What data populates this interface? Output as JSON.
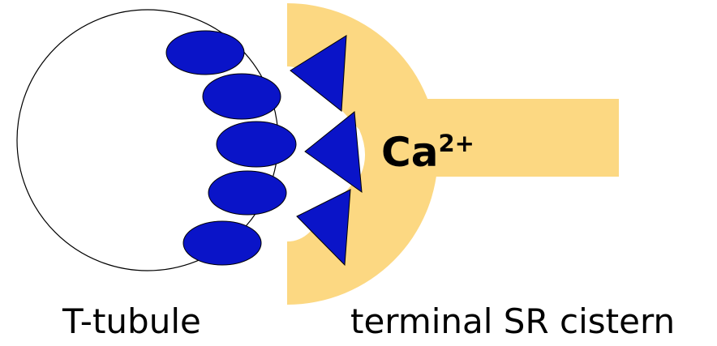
{
  "labels": {
    "ion": "Ca",
    "ion_charge": "2+",
    "left": "T-tubule",
    "right": "terminal SR cistern"
  },
  "colors": {
    "cistern_fill": "#FCD882",
    "receptor_fill": "#0A14C8",
    "stroke": "#000000",
    "background": "#FFFFFF"
  },
  "elements": {
    "dhp_receptor_count": 5,
    "ryanodine_receptor_count": 3
  }
}
